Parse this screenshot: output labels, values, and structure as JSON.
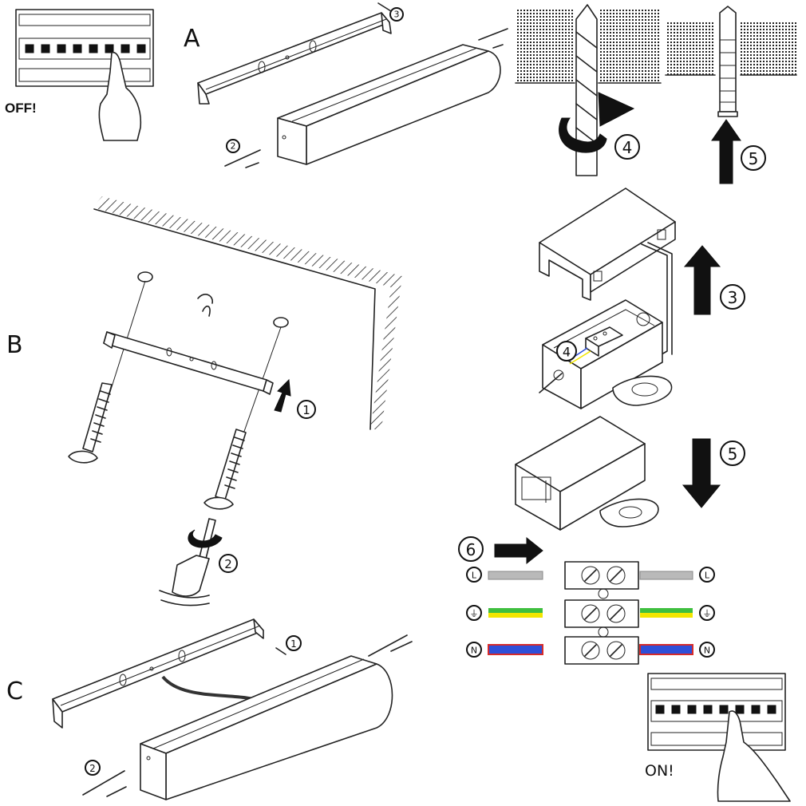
{
  "sections": {
    "a": {
      "letter": "A"
    },
    "b": {
      "letter": "B"
    },
    "c": {
      "letter": "C"
    }
  },
  "breaker": {
    "off_text": "OFF!",
    "on_text": "ON!"
  },
  "steps": {
    "a_1": "3",
    "a_2": "2",
    "drill": "4",
    "anchor": "5",
    "b_1": "1",
    "b_2": "2",
    "box_open": "3",
    "box_wire": "4",
    "box_close": "5",
    "wiring": "6",
    "c_1": "1",
    "c_2": "2"
  },
  "wiring": {
    "rows": [
      {
        "symbol_left": "L",
        "symbol_right": "L",
        "wire": "live"
      },
      {
        "symbol_left": "⏚",
        "symbol_right": "⏚",
        "wire": "earth"
      },
      {
        "symbol_left": "N",
        "symbol_right": "N",
        "wire": "neutral"
      }
    ]
  },
  "colors": {
    "live_wire": "#b9b9b9",
    "earth_green": "#3fbf3f",
    "earth_yellow": "#f2e600",
    "neutral_blue": "#2f4fd8",
    "neutral_red": "#d62a2a",
    "ink": "#111111"
  }
}
